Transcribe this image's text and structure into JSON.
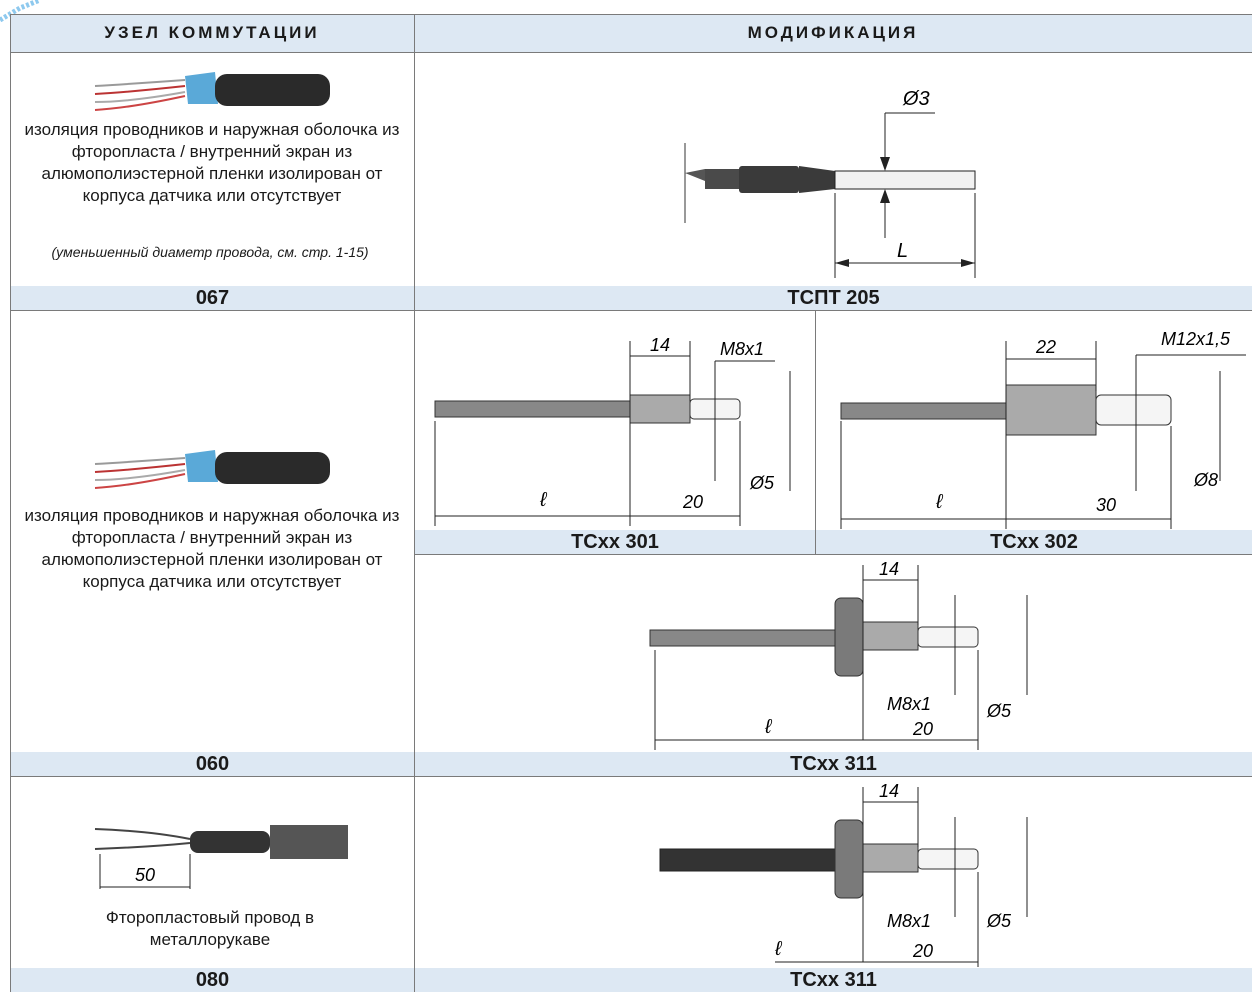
{
  "headers": {
    "col1": "УЗЕЛ КОММУТАЦИИ",
    "col2": "МОДИФИКАЦИЯ"
  },
  "rows": [
    {
      "code": "067",
      "description": "изоляция проводников и наружная оболочка из фторопласта / внутренний экран из алюмополиэстерной пленки изолирован от корпуса датчика или отсутствует",
      "note": "(уменьшенный диаметр провода, см. стр. 1-15)",
      "models": [
        {
          "name": "ТСПТ 205",
          "dims": {
            "diameter": "Ø3",
            "length": "L"
          }
        }
      ]
    },
    {
      "code": "060",
      "description": "изоляция проводников и наружная оболочка из фторопласта / внутренний экран из алюмополиэстерной пленки изолирован от корпуса датчика или отсутствует",
      "models": [
        {
          "name": "ТСxx 301",
          "dims": {
            "thread_len": "14",
            "thread": "M8x1",
            "diameter": "Ø5",
            "length": "ℓ",
            "tip": "20"
          }
        },
        {
          "name": "ТСxx 302",
          "dims": {
            "thread_len": "22",
            "thread": "M12x1,5",
            "diameter": "Ø8",
            "length": "ℓ",
            "tip": "30"
          }
        },
        {
          "name": "ТСxx 311",
          "dims": {
            "thread_len": "14",
            "thread": "M8x1",
            "diameter": "Ø5",
            "length": "ℓ",
            "tip": "20"
          }
        }
      ]
    },
    {
      "code": "080",
      "description": "Фторопластовый провод в металлорукаве",
      "lead_len": "50",
      "models": [
        {
          "name": "ТСxx 311",
          "dims": {
            "thread_len": "14",
            "thread": "M8x1",
            "diameter": "Ø5",
            "length": "ℓ",
            "tip": "20"
          }
        }
      ]
    }
  ],
  "colors": {
    "header_bg": "#dde8f3",
    "grid": "#7a7a7a"
  }
}
